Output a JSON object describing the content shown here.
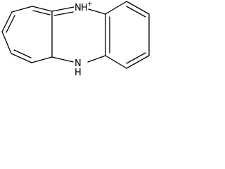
{
  "structure": {
    "atoms": {
      "n_top": {
        "symbol": "N",
        "h": "H",
        "charge": "+"
      },
      "n_bottom": {
        "symbol": "N",
        "h": "H"
      }
    },
    "colors": {
      "bond": "#000000",
      "label": "#000000",
      "background": "#ffffff"
    }
  }
}
